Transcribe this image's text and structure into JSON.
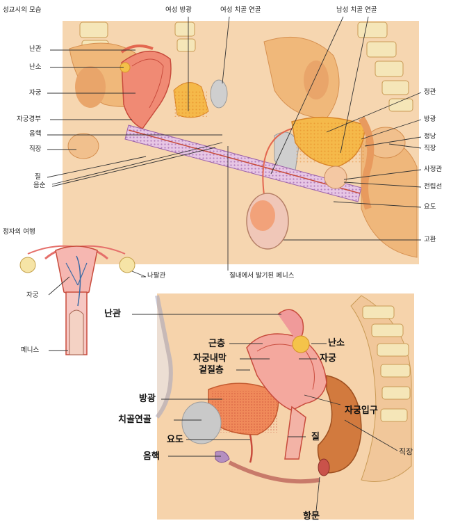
{
  "figure": {
    "top_section": {
      "title": "성교시의 모습",
      "labels": {
        "female_bladder": "여성 방광",
        "female_pubic": "여성 치골 연골",
        "male_pubic": "남성 치골 연골",
        "oviduct": "난관",
        "ovary": "난소",
        "uterus": "자궁",
        "cervix": "자궁경부",
        "clitoris": "음핵",
        "rectum_left": "직장",
        "vagina": "질",
        "labia": "음순",
        "vas_deferens": "정관",
        "bladder": "방광",
        "seminal_vesicle": "정낭",
        "rectum_right": "직장",
        "ejaculatory_duct": "사정관",
        "prostate": "전립선",
        "urethra": "요도",
        "testis": "고환",
        "erect_penis": "질내에서 발기된 페니스"
      }
    },
    "sperm_section": {
      "title": "정자의 여행",
      "labels": {
        "uterus": "자궁",
        "penis": "페니스",
        "fallopian": "나팔관"
      }
    },
    "bottom_section": {
      "labels": {
        "oviduct": "난관",
        "myometrium": "근층",
        "ovary": "난소",
        "endometrium": "자궁내막",
        "uterus": "자궁",
        "perimetrium": "겉질층",
        "cervix_os": "자궁입구",
        "bladder": "방광",
        "pubic": "치골연골",
        "urethra": "요도",
        "vagina": "질",
        "clitoris": "음핵",
        "rectum": "직장",
        "anus": "항문"
      }
    }
  }
}
